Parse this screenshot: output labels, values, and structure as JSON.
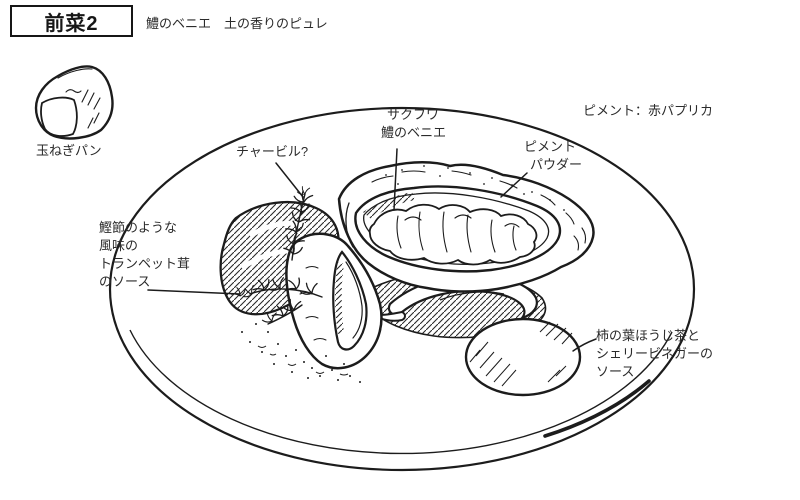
{
  "header": {
    "course_label": "前菜2",
    "dish_title": "鱧のベニエ　土の香りのピュレ"
  },
  "side_item": {
    "label": "玉ねぎパン"
  },
  "annotations": {
    "chervil": {
      "text": "チャービル?"
    },
    "beignet": {
      "lines": [
        "サクフワ",
        "鱧のベニエ"
      ]
    },
    "piment_powder": {
      "lines": [
        "ピメント",
        "パウダー"
      ]
    },
    "piment_note": {
      "text": "ピメント：赤パプリカ"
    },
    "mushroom_sauce": {
      "lines": [
        "鰹節のような",
        "風味の",
        "トランペット茸",
        "のソース"
      ]
    },
    "persimmon_sauce": {
      "lines": [
        "柿の葉ほうじ茶と",
        "シェリービネガーの",
        "ソース"
      ]
    }
  },
  "colors": {
    "ink": "#1c1c1c",
    "paper": "#ffffff",
    "text": "#2b2b2b"
  }
}
